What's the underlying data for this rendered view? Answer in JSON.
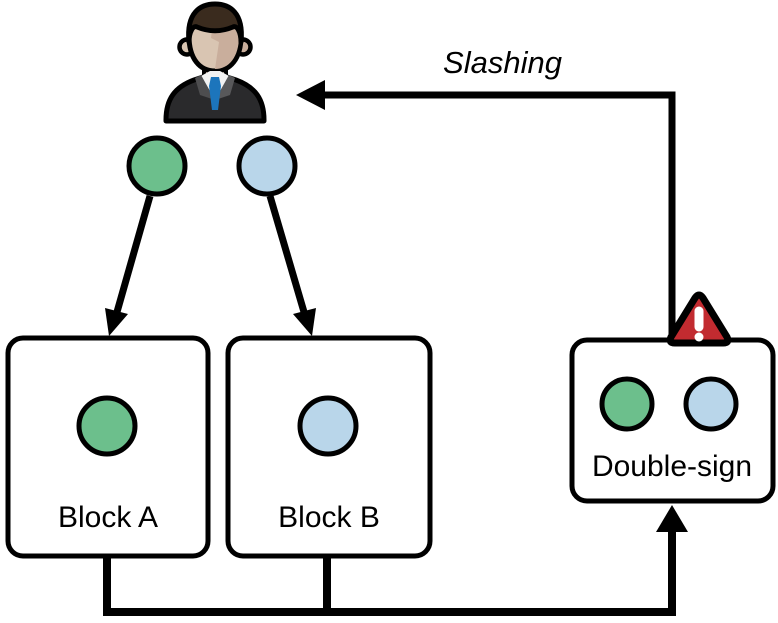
{
  "diagram": {
    "type": "flow-diagram",
    "slashing_label": "Slashing",
    "validator": {
      "icon": "validator-person-icon"
    },
    "votes": [
      {
        "name": "green-vote-dot",
        "color": "#6CBF8C"
      },
      {
        "name": "blue-vote-dot",
        "color": "#B9D6EA"
      }
    ],
    "blocks": [
      {
        "label": "Block A",
        "dot_color": "#6CBF8C"
      },
      {
        "label": "Block B",
        "dot_color": "#B9D6EA"
      }
    ],
    "double_sign": {
      "label": "Double-sign",
      "dot_colors": [
        "#6CBF8C",
        "#B9D6EA"
      ],
      "warning_icon": "warning-triangle-icon",
      "warning_color": "#C22B30"
    },
    "line_color": "#000000"
  }
}
